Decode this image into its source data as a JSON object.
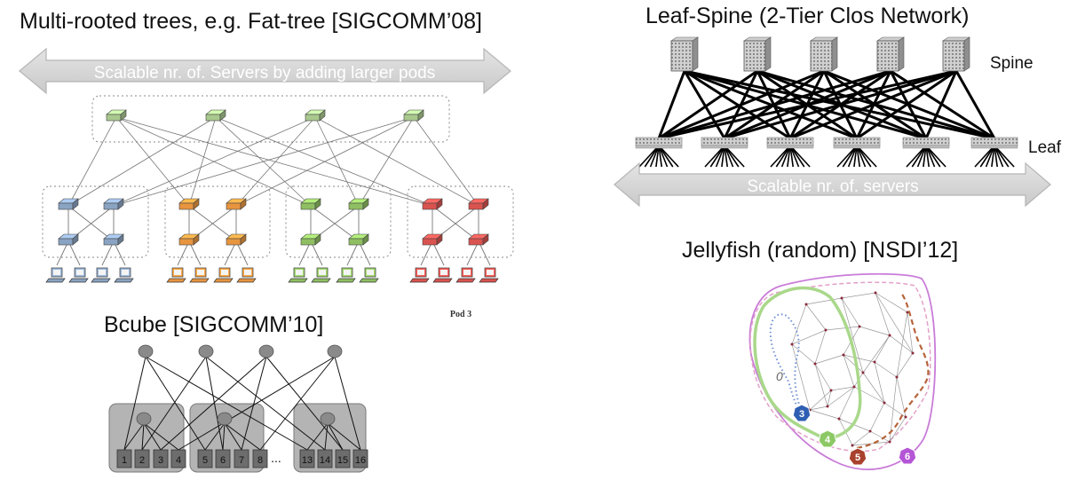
{
  "fattree": {
    "title": "Multi-rooted trees, e.g. Fat-tree [SIGCOMM’08]",
    "arrow_label": "Scalable nr. of. Servers by adding larger pods",
    "pod_label": "Pod 3",
    "pod_colors": [
      "#8aa3c2",
      "#e8953f",
      "#8fbf62",
      "#d9534f"
    ]
  },
  "leafspine": {
    "title": "Leaf-Spine (2-Tier Clos Network)",
    "spine_label": "Spine",
    "leaf_label": "Leaf",
    "arrow_label": "Scalable nr. of. servers"
  },
  "bcube": {
    "title": "Bcube [SIGCOMM’10]",
    "server_numbers": [
      "1",
      "2",
      "3",
      "4",
      "5",
      "6",
      "7",
      "8",
      "13",
      "14",
      "15",
      "16"
    ],
    "ellipsis": "..."
  },
  "jellyfish": {
    "title": "Jellyfish (random) [NSDI’12]",
    "zero_label": "0",
    "badges": [
      {
        "text": "3",
        "color": "#2f5fb3"
      },
      {
        "text": "4",
        "color": "#8cc965"
      },
      {
        "text": "5",
        "color": "#a8412d"
      },
      {
        "text": "6",
        "color": "#b455d6"
      }
    ]
  }
}
